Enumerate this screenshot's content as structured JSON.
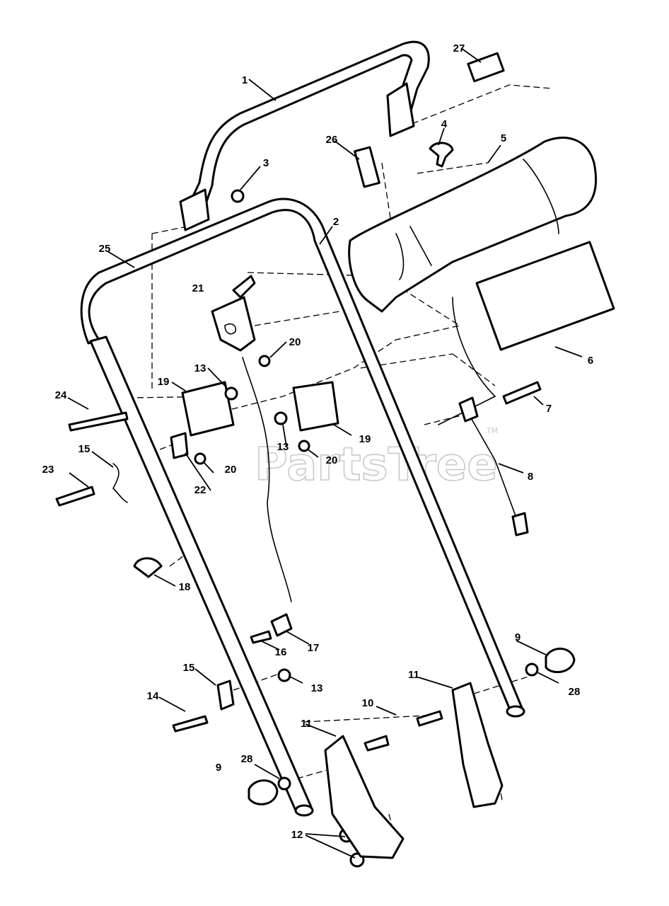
{
  "watermark": {
    "text": "PartsTree",
    "trademark": "TM"
  },
  "colors": {
    "line": "#000000",
    "background": "#ffffff",
    "watermark": "#c9c9c9"
  },
  "callouts": {
    "c1": "1",
    "c2": "2",
    "c3": "3",
    "c4": "4",
    "c5": "5",
    "c6": "6",
    "c7": "7",
    "c8": "8",
    "c9a": "9",
    "c9b": "9",
    "c10": "10",
    "c11a": "11",
    "c11b": "11",
    "c12": "12",
    "c13a": "13",
    "c13b": "13",
    "c13c": "13",
    "c14": "14",
    "c15a": "15",
    "c15b": "15",
    "c16": "16",
    "c17": "17",
    "c18": "18",
    "c19a": "19",
    "c19b": "19",
    "c20a": "20",
    "c20b": "20",
    "c20c": "20",
    "c21": "21",
    "c22": "22",
    "c23": "23",
    "c24": "24",
    "c25": "25",
    "c26": "26",
    "c27": "27",
    "c28a": "28",
    "c28b": "28"
  }
}
